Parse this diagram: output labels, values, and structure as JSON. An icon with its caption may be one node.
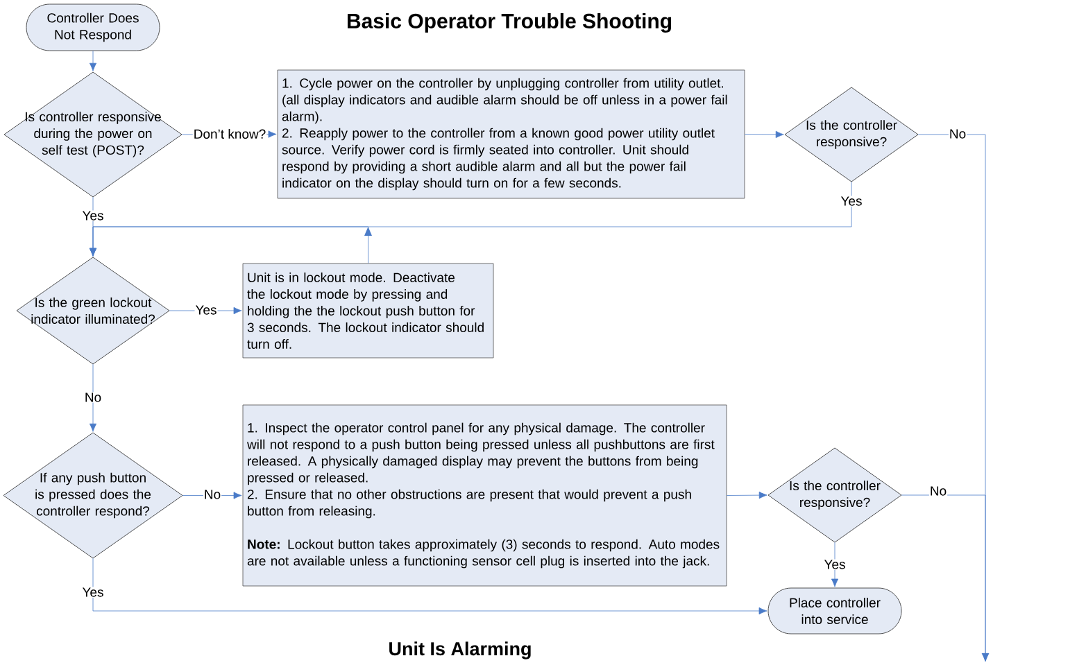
{
  "diagram": {
    "title": "Basic Operator Trouble Shooting",
    "nodes": [
      {
        "text": [
          "Controller Does Not Respond"
        ]
      },
      {
        "text": [
          "Is controller responsive during the power on self test (POST)?"
        ]
      },
      {
        "text": [
          "1. Cycle power on the controller by unplugging controller from utility outlet.  (all display indicators and audible alarm should be off unless in a power fail alarm).",
          "2. Reapply power to the controller from a known good power utility outlet source.  Verify power cord is firmly seated into controller.  Unit should respond by providing a short audible alarm and all but the power fail indicator on the display should turn on for a few seconds."
        ]
      },
      {
        "text": [
          "Is the controller responsive?"
        ]
      },
      {
        "text": [
          "Is the green lockout indicator illuminated?"
        ]
      },
      {
        "text": [
          "Unit is in lockout mode.  Deactivate the lockout mode by pressing and holding the the lockout push button for 3 seconds.  The lockout indicator should turn off."
        ]
      },
      {
        "text": [
          "If any push button is pressed does the controller respond?"
        ]
      },
      {
        "text": [
          "1. Inspect the operator control panel for any physical damage.  The controller will not respond to a push button being pressed unless all pushbuttons are first released.  A physically damaged display may prevent the buttons from being pressed or released.",
          "2. Ensure that no other obstructions are present that would prevent a push button from releasing.",
          "**Note:** Lockout button takes approximately (3) seconds to respond.  Auto modes are not available unless a functioning sensor cell plug is inserted into the jack."
        ]
      },
      {
        "text": [
          "Is the controller responsive?"
        ]
      },
      {
        "text": [
          "Place controller into service"
        ]
      }
    ],
    "edges": [
      {
        "from": 0,
        "to": 1,
        "arrow": "to"
      },
      {
        "from": 1,
        "to": 2,
        "arrow": "to",
        "label": "Don’t know?"
      },
      {
        "from": 2,
        "to": 3,
        "arrow": "to"
      },
      {
        "from": 3,
        "to": null,
        "arrow": "to",
        "label": "No"
      },
      {
        "from": 1,
        "to": 4,
        "arrow": "to",
        "label": "Yes"
      },
      {
        "from": 3,
        "to": 4,
        "arrow": "to",
        "label": "Yes"
      },
      {
        "from": 5,
        "to": 4,
        "arrow": "to"
      },
      {
        "from": 4,
        "to": 5,
        "arrow": "to",
        "label": "Yes"
      },
      {
        "from": 4,
        "to": 6,
        "arrow": "to",
        "label": "No"
      },
      {
        "from": 6,
        "to": 7,
        "arrow": "to",
        "label": "No"
      },
      {
        "from": 7,
        "to": 8,
        "arrow": "to"
      },
      {
        "from": 8,
        "to": null,
        "arrow": "to",
        "label": "No"
      },
      {
        "from": 8,
        "to": 9,
        "arrow": "to",
        "label": "Yes"
      },
      {
        "from": 6,
        "to": 9,
        "arrow": "to",
        "label": "Yes"
      }
    ],
    "labels": [
      "Unit Is Alarming"
    ]
  }
}
